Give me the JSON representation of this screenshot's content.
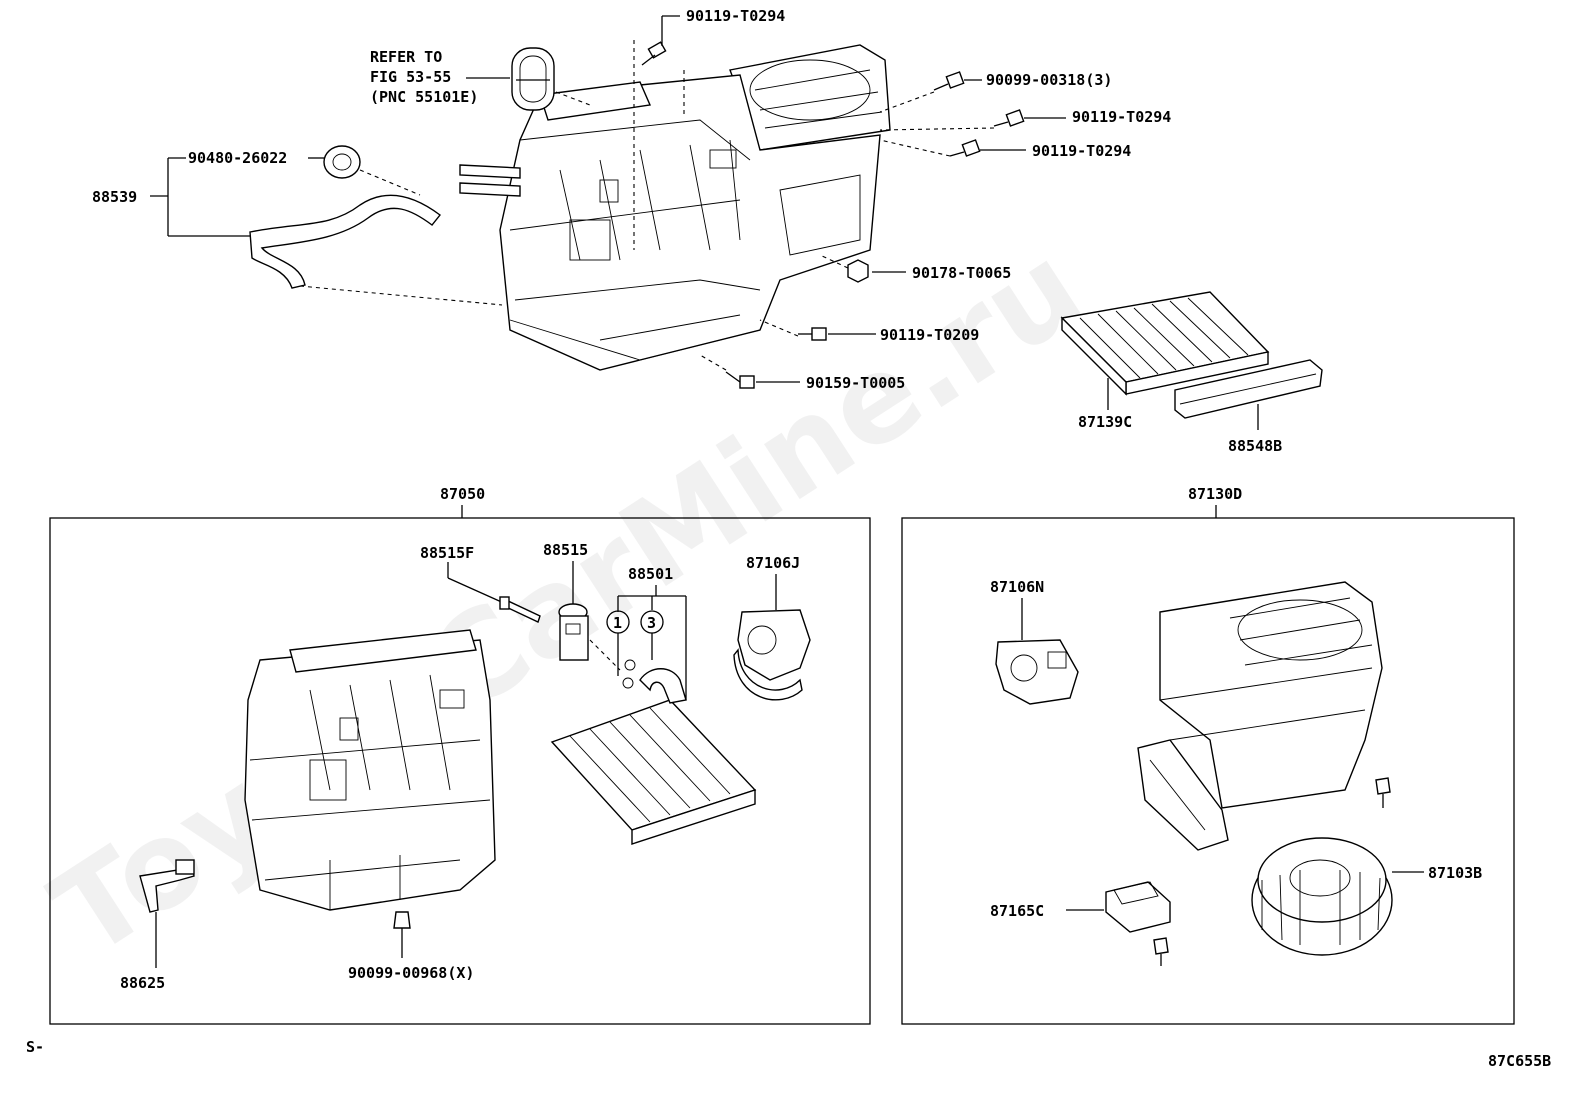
{
  "labels": {
    "l_90119_top": "90119-T0294",
    "refer1": "REFER TO",
    "refer2": "FIG 53-55",
    "refer3": "(PNC 55101E)",
    "l_90099_00318": "90099-00318(3)",
    "l_90119_b": "90119-T0294",
    "l_90119_c": "90119-T0294",
    "l_90480": "90480-26022",
    "l_88539": "88539",
    "l_90178": "90178-T0065",
    "l_90119_t0209": "90119-T0209",
    "l_90159": "90159-T0005",
    "l_87139c": "87139C",
    "l_88548b": "88548B",
    "l_87050": "87050",
    "l_87130d": "87130D",
    "l_88515f": "88515F",
    "l_88515": "88515",
    "l_88501": "88501",
    "l_87106j": "87106J",
    "c1": "1",
    "c3": "3",
    "l_87106n": "87106N",
    "l_87103b": "87103B",
    "l_87165c": "87165C",
    "l_88625": "88625",
    "l_90099_00968": "90099-00968(X)",
    "footer_left": "S-",
    "footer_right": "87C655B"
  },
  "watermark": "ToyotaCarMine.ru"
}
